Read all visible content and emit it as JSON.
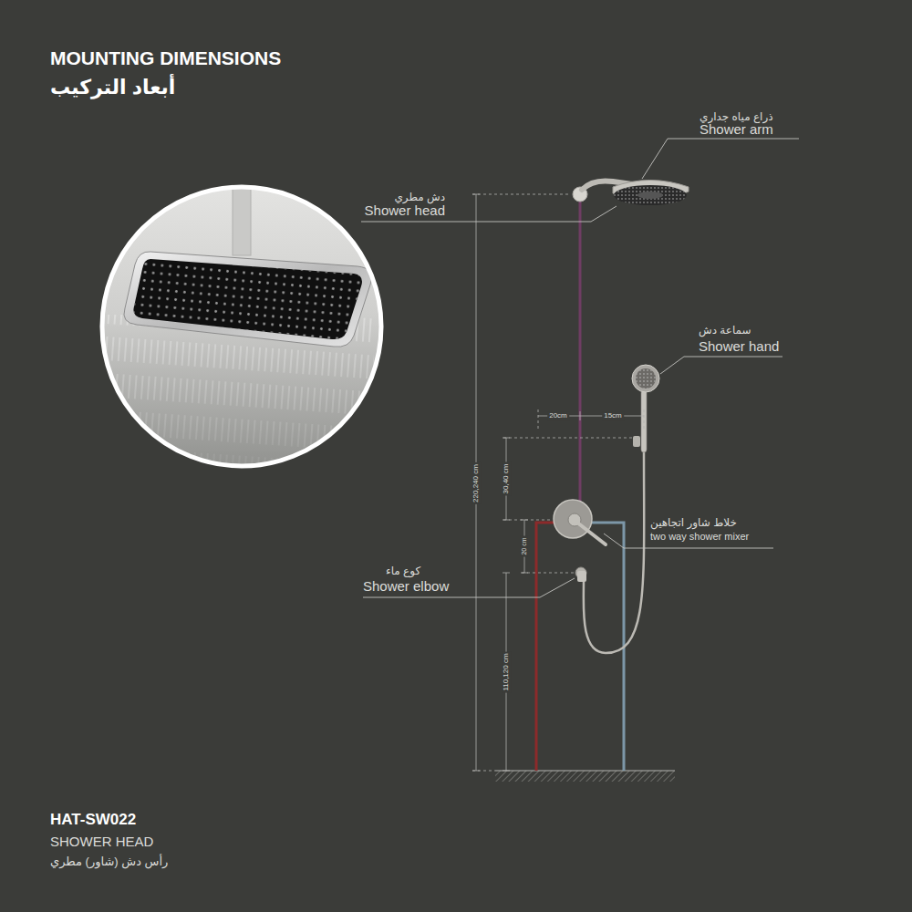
{
  "diagram": {
    "title": "MOUNTING DIMENSIONS",
    "labels": [
      "أبعاد التركيب",
      "ذراع مياه جداري",
      "Shower arm",
      "دش مطري",
      "Shower head",
      "سماعة دش",
      "Shower hand",
      "خلاط شاور اتجاهين",
      "two way shower mixer",
      "كوع ماء",
      "Shower elbow",
      "20cm",
      "15cm",
      "30,40 cm",
      "20 cm",
      "110,120 cm",
      "220,240 cm",
      "HAT-SW022",
      "SHOWER HEAD",
      "رأس دش (شاور) مطري"
    ]
  }
}
